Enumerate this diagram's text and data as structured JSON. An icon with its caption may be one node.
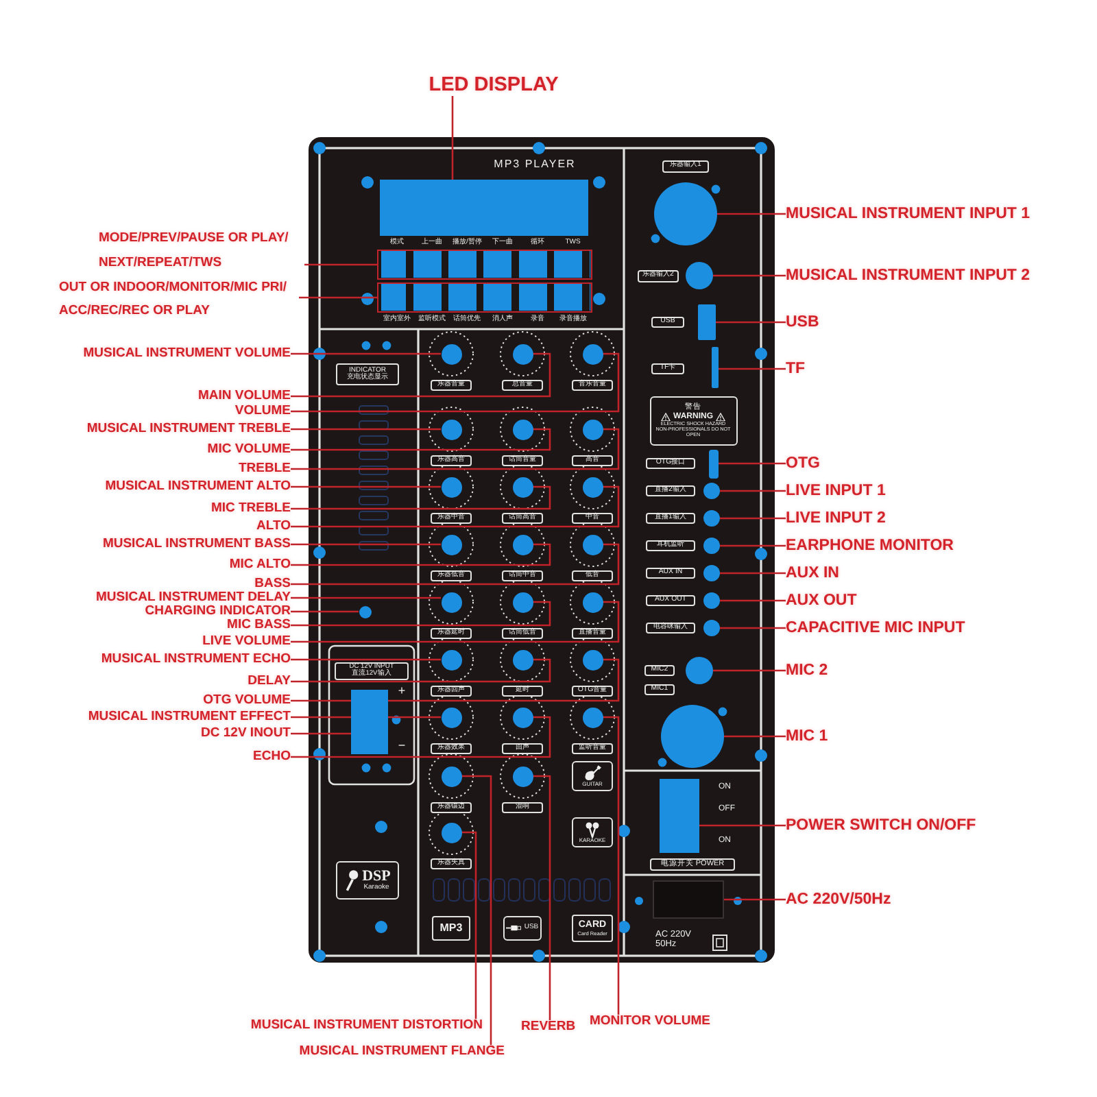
{
  "diagram": {
    "nodes": [
      {
        "text": [
          "LED DISPLAY"
        ]
      },
      {
        "text": [
          "MODE/PREV/PAUSE OR PLAY/ NEXT/REPEAT/TWS"
        ]
      },
      {
        "text": [
          "OUT OR INDOOR/MONITOR/MIC PRI/ ACC/REC/REC OR PLAY"
        ]
      },
      {
        "text": [
          "MUSICAL INSTRUMENT VOLUME"
        ]
      },
      {
        "text": [
          "MAIN VOLUME"
        ]
      },
      {
        "text": [
          "VOLUME"
        ]
      },
      {
        "text": [
          "MUSICAL INSTRUMENT TREBLE"
        ]
      },
      {
        "text": [
          "MIC VOLUME"
        ]
      },
      {
        "text": [
          "TREBLE"
        ]
      },
      {
        "text": [
          "MUSICAL INSTRUMENT ALTO"
        ]
      },
      {
        "text": [
          "MIC TREBLE"
        ]
      },
      {
        "text": [
          "ALTO"
        ]
      },
      {
        "text": [
          "MUSICAL INSTRUMENT BASS"
        ]
      },
      {
        "text": [
          "MIC ALTO"
        ]
      },
      {
        "text": [
          "BASS"
        ]
      },
      {
        "text": [
          "MUSICAL INSTRUMENT DELAY"
        ]
      },
      {
        "text": [
          "CHARGING INDICATOR"
        ]
      },
      {
        "text": [
          "MIC BASS"
        ]
      },
      {
        "text": [
          "LIVE VOLUME"
        ]
      },
      {
        "text": [
          "MUSICAL INSTRUMENT ECHO"
        ]
      },
      {
        "text": [
          "DELAY"
        ]
      },
      {
        "text": [
          "OTG VOLUME"
        ]
      },
      {
        "text": [
          "MUSICAL INSTRUMENT EFFECT"
        ]
      },
      {
        "text": [
          "DC 12V INOUT"
        ]
      },
      {
        "text": [
          "ECHO"
        ]
      },
      {
        "text": [
          "MUSICAL INSTRUMENT INPUT 1"
        ]
      },
      {
        "text": [
          "MUSICAL INSTRUMENT INPUT 2"
        ]
      },
      {
        "text": [
          "USB"
        ]
      },
      {
        "text": [
          "TF"
        ]
      },
      {
        "text": [
          "OTG"
        ]
      },
      {
        "text": [
          "LIVE INPUT 1"
        ]
      },
      {
        "text": [
          "LIVE INPUT 2"
        ]
      },
      {
        "text": [
          "EARPHONE MONITOR"
        ]
      },
      {
        "text": [
          "AUX IN"
        ]
      },
      {
        "text": [
          "AUX OUT"
        ]
      },
      {
        "text": [
          "CAPACITIVE MIC INPUT"
        ]
      },
      {
        "text": [
          "MIC 2"
        ]
      },
      {
        "text": [
          "MIC 1"
        ]
      },
      {
        "text": [
          "POWER SWITCH ON/OFF"
        ]
      },
      {
        "text": [
          "AC 220V/50Hz"
        ]
      },
      {
        "text": [
          "MUSICAL INSTRUMENT DISTORTION"
        ]
      },
      {
        "text": [
          "MUSICAL INSTRUMENT FLANGE"
        ]
      },
      {
        "text": [
          "REVERB"
        ]
      },
      {
        "text": [
          "MONITOR VOLUME"
        ]
      },
      {
        "text": [
          "INDICATOR",
          "充电状态显示"
        ]
      },
      {
        "text": [
          "DC 12V INPUT",
          "直流12V输入"
        ]
      },
      {
        "text": [
          "乐器音量"
        ]
      },
      {
        "text": [
          "总音量"
        ]
      },
      {
        "text": [
          "音乐音量"
        ]
      },
      {
        "text": [
          "乐器高音"
        ]
      },
      {
        "text": [
          "话筒音量"
        ]
      },
      {
        "text": [
          "高音"
        ]
      },
      {
        "text": [
          "乐器中音"
        ]
      },
      {
        "text": [
          "话筒高音"
        ]
      },
      {
        "text": [
          "中音"
        ]
      },
      {
        "text": [
          "乐器低音"
        ]
      },
      {
        "text": [
          "话筒中音"
        ]
      },
      {
        "text": [
          "低音"
        ]
      },
      {
        "text": [
          "乐器延时"
        ]
      },
      {
        "text": [
          "话筒低音"
        ]
      },
      {
        "text": [
          "直播音量"
        ]
      },
      {
        "text": [
          "乐器回声"
        ]
      },
      {
        "text": [
          "延时"
        ]
      },
      {
        "text": [
          "OTG音量"
        ]
      },
      {
        "text": [
          "乐器效果"
        ]
      },
      {
        "text": [
          "回声"
        ]
      },
      {
        "text": [
          "监听音量"
        ]
      },
      {
        "text": [
          "乐器镶边"
        ]
      },
      {
        "text": [
          "混响"
        ]
      },
      {
        "text": [
          "乐器失真"
        ]
      },
      {
        "text": [
          "GUITAR"
        ]
      },
      {
        "text": [
          "KARAOKE"
        ]
      },
      {
        "text": [
          "DSP",
          "Karaoke"
        ]
      },
      {
        "text": [
          "MP3"
        ]
      },
      {
        "text": [
          "USB"
        ]
      },
      {
        "text": [
          "CARD",
          "Card Reader"
        ]
      },
      {
        "text": [
          "乐器输入1"
        ]
      },
      {
        "text": [
          "乐器输入2"
        ]
      },
      {
        "text": [
          "USB"
        ]
      },
      {
        "text": [
          "TF卡"
        ]
      },
      {
        "text": [
          "警告",
          "WARNING",
          "ELECTRIC SHOCK HAZARD NON-PROFESSIONALS DO NOT OPEN"
        ]
      },
      {
        "text": [
          "OTG接口"
        ]
      },
      {
        "text": [
          "直播2输入"
        ]
      },
      {
        "text": [
          "直播1输入"
        ]
      },
      {
        "text": [
          "耳机监听"
        ]
      },
      {
        "text": [
          "AUX IN"
        ]
      },
      {
        "text": [
          "AUX OUT"
        ]
      },
      {
        "text": [
          "电容咪输入"
        ]
      },
      {
        "text": [
          "MIC2"
        ]
      },
      {
        "text": [
          "MIC1"
        ]
      },
      {
        "text": [
          "电源开关 POWER"
        ]
      },
      {
        "text": [],
        "shape": "box"
      },
      {
        "text": [],
        "shape": "box",
        "beside": [
          "模式",
          "上一曲",
          "播放/暂停",
          "下一曲",
          "循环",
          "TWS"
        ]
      },
      {
        "text": [],
        "shape": "box",
        "beside": [
          "室内室外",
          "监听模式",
          "话筒优先",
          "消人声",
          "录音",
          "录音播放"
        ]
      },
      {
        "text": [],
        "shape": "circle"
      },
      {
        "text": [],
        "shape": "circle"
      },
      {
        "text": [],
        "shape": "circle"
      },
      {
        "text": [],
        "shape": "circle"
      },
      {
        "text": [],
        "shape": "circle"
      },
      {
        "text": [],
        "shape": "circle"
      },
      {
        "text": [],
        "shape": "circle"
      },
      {
        "text": [],
        "shape": "circle"
      },
      {
        "text": [],
        "shape": "circle"
      },
      {
        "text": [],
        "shape": "circle"
      },
      {
        "text": [],
        "shape": "circle"
      },
      {
        "text": [],
        "shape": "circle"
      },
      {
        "text": [],
        "shape": "circle"
      },
      {
        "text": [],
        "shape": "circle"
      },
      {
        "text": [],
        "shape": "circle"
      },
      {
        "text": [],
        "shape": "circle"
      },
      {
        "text": [],
        "shape": "circle"
      },
      {
        "text": [],
        "shape": "circle"
      },
      {
        "text": [],
        "shape": "circle"
      },
      {
        "text": [],
        "shape": "circle"
      },
      {
        "text": [],
        "shape": "circle"
      },
      {
        "text": [],
        "shape": "circle"
      },
      {
        "text": [],
        "shape": "circle"
      },
      {
        "text": [],
        "shape": "circle"
      },
      {
        "text": [],
        "shape": "circle"
      },
      {
        "text": [],
        "shape": "box"
      },
      {
        "text": [],
        "shape": "circle"
      },
      {
        "text": [],
        "shape": "circle"
      },
      {
        "text": [],
        "shape": "bar"
      },
      {
        "text": [],
        "shape": "bar"
      },
      {
        "text": [],
        "shape": "bar"
      },
      {
        "text": [],
        "shape": "circle"
      },
      {
        "text": [],
        "shape": "circle"
      },
      {
        "text": [],
        "shape": "circle"
      },
      {
        "text": [],
        "shape": "circle"
      },
      {
        "text": [],
        "shape": "circle"
      },
      {
        "text": [],
        "shape": "circle"
      },
      {
        "text": [],
        "shape": "circle"
      },
      {
        "text": [],
        "shape": "circle"
      },
      {
        "text": [],
        "shape": "box"
      },
      {
        "text": [],
        "shape": "box"
      }
    ],
    "edges": [
      {
        "from": 0,
        "to": 91,
        "arrow": "none"
      },
      {
        "from": 1,
        "to": 92,
        "arrow": "none"
      },
      {
        "from": 2,
        "to": 93,
        "arrow": "none"
      },
      {
        "from": 3,
        "to": 94,
        "arrow": "none"
      },
      {
        "from": 4,
        "to": 95,
        "arrow": "none"
      },
      {
        "from": 5,
        "to": 96,
        "arrow": "none"
      },
      {
        "from": 6,
        "to": 97,
        "arrow": "none"
      },
      {
        "from": 7,
        "to": 98,
        "arrow": "none"
      },
      {
        "from": 8,
        "to": 99,
        "arrow": "none"
      },
      {
        "from": 9,
        "to": 100,
        "arrow": "none"
      },
      {
        "from": 10,
        "to": 101,
        "arrow": "none"
      },
      {
        "from": 11,
        "to": 102,
        "arrow": "none"
      },
      {
        "from": 12,
        "to": 103,
        "arrow": "none"
      },
      {
        "from": 13,
        "to": 104,
        "arrow": "none"
      },
      {
        "from": 14,
        "to": 105,
        "arrow": "none"
      },
      {
        "from": 15,
        "to": 106,
        "arrow": "none"
      },
      {
        "from": 16,
        "to": 118,
        "arrow": "none"
      },
      {
        "from": 17,
        "to": 107,
        "arrow": "none"
      },
      {
        "from": 18,
        "to": 108,
        "arrow": "none"
      },
      {
        "from": 19,
        "to": 109,
        "arrow": "none"
      },
      {
        "from": 20,
        "to": 110,
        "arrow": "none"
      },
      {
        "from": 21,
        "to": 111,
        "arrow": "none"
      },
      {
        "from": 22,
        "to": 112,
        "arrow": "none"
      },
      {
        "from": 23,
        "to": 119,
        "arrow": "none"
      },
      {
        "from": 24,
        "to": 113,
        "arrow": "none"
      },
      {
        "from": 25,
        "to": 120,
        "arrow": "none"
      },
      {
        "from": 26,
        "to": 121,
        "arrow": "none"
      },
      {
        "from": 27,
        "to": 122,
        "arrow": "none"
      },
      {
        "from": 28,
        "to": 123,
        "arrow": "none"
      },
      {
        "from": 29,
        "to": 124,
        "arrow": "none"
      },
      {
        "from": 30,
        "to": 125,
        "arrow": "none"
      },
      {
        "from": 31,
        "to": 126,
        "arrow": "none"
      },
      {
        "from": 32,
        "to": 127,
        "arrow": "none"
      },
      {
        "from": 33,
        "to": 128,
        "arrow": "none"
      },
      {
        "from": 34,
        "to": 129,
        "arrow": "none"
      },
      {
        "from": 35,
        "to": 130,
        "arrow": "none"
      },
      {
        "from": 36,
        "to": 131,
        "arrow": "none"
      },
      {
        "from": 37,
        "to": 132,
        "arrow": "none"
      },
      {
        "from": 38,
        "to": 133,
        "arrow": "none"
      },
      {
        "from": 39,
        "to": 134,
        "arrow": "none"
      },
      {
        "from": 40,
        "to": 117,
        "arrow": "none"
      },
      {
        "from": 41,
        "to": 115,
        "arrow": "none"
      },
      {
        "from": 42,
        "to": 116,
        "arrow": "none"
      },
      {
        "from": 43,
        "to": 114,
        "arrow": "none"
      }
    ],
    "labels": [
      "MP3 PLAYER",
      "+",
      "−",
      "ON",
      "OFF",
      "ON",
      "AC 220V 50Hz"
    ]
  }
}
